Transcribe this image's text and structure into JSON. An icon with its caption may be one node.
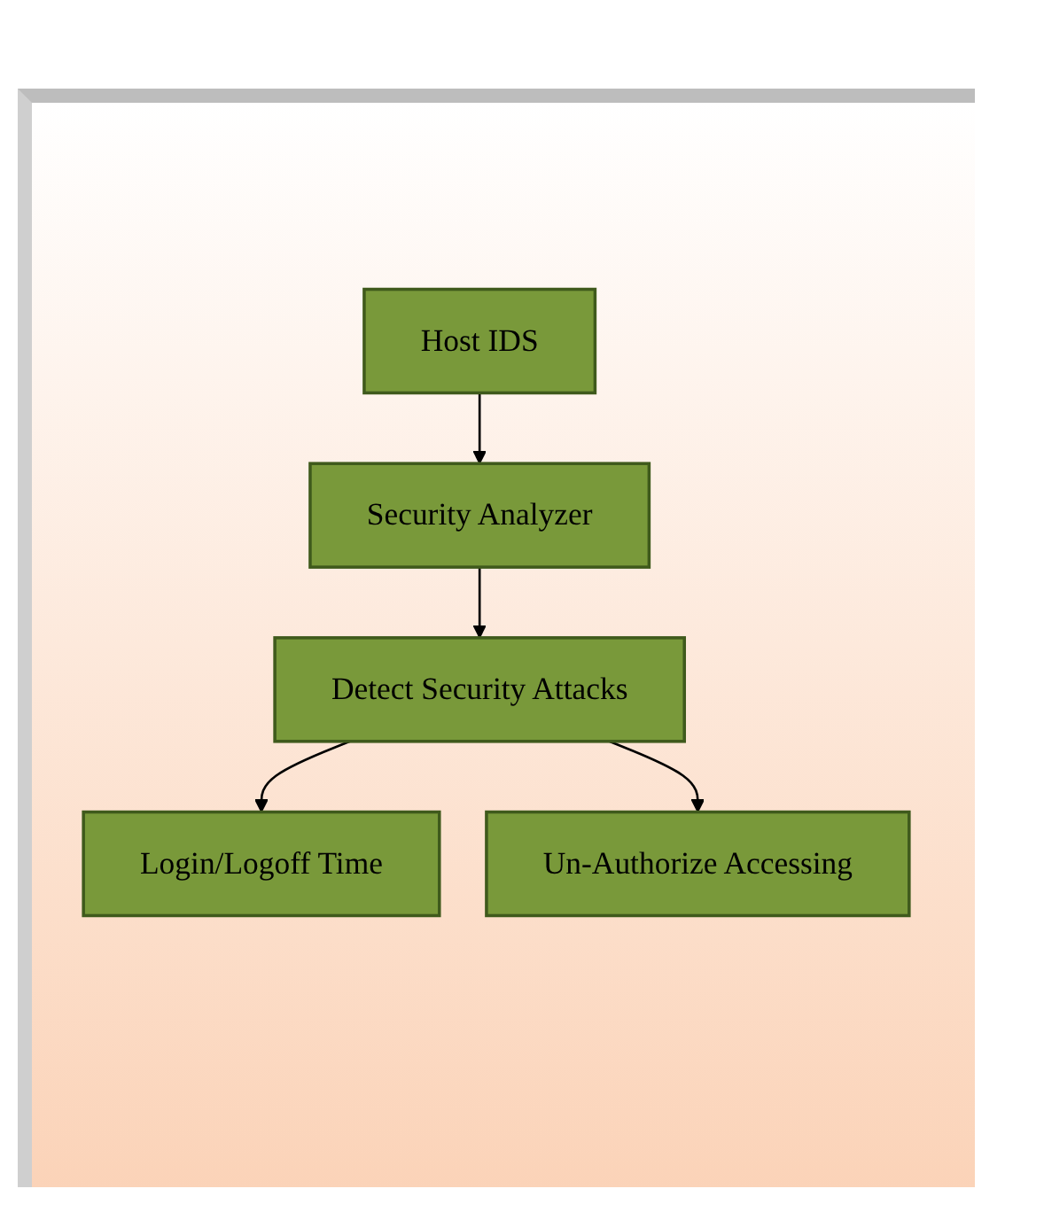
{
  "diagram": {
    "nodes": [
      {
        "text": [
          "Host IDS"
        ]
      },
      {
        "text": [
          "Security Analyzer"
        ]
      },
      {
        "text": [
          "Detect Security Attacks"
        ]
      },
      {
        "text": [
          "Login/Logoff Time"
        ]
      },
      {
        "text": [
          "Un-Authorize Accessing"
        ]
      }
    ],
    "edges": [
      {
        "from": 0,
        "to": 1,
        "arrow": "to"
      },
      {
        "from": 1,
        "to": 2,
        "arrow": "to"
      },
      {
        "from": 2,
        "to": 3,
        "arrow": "to"
      },
      {
        "from": 2,
        "to": 4,
        "arrow": "to"
      }
    ]
  }
}
